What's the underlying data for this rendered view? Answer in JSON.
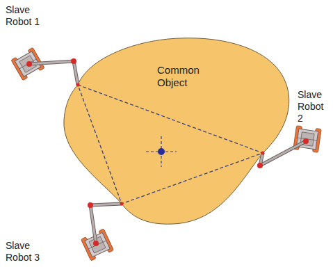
{
  "diagram": {
    "nodes": [
      {
        "text": [
          "Common Object"
        ]
      }
    ],
    "labels": [
      "Slave Robot 1",
      "Slave Robot 2",
      "Slave Robot 3"
    ]
  }
}
